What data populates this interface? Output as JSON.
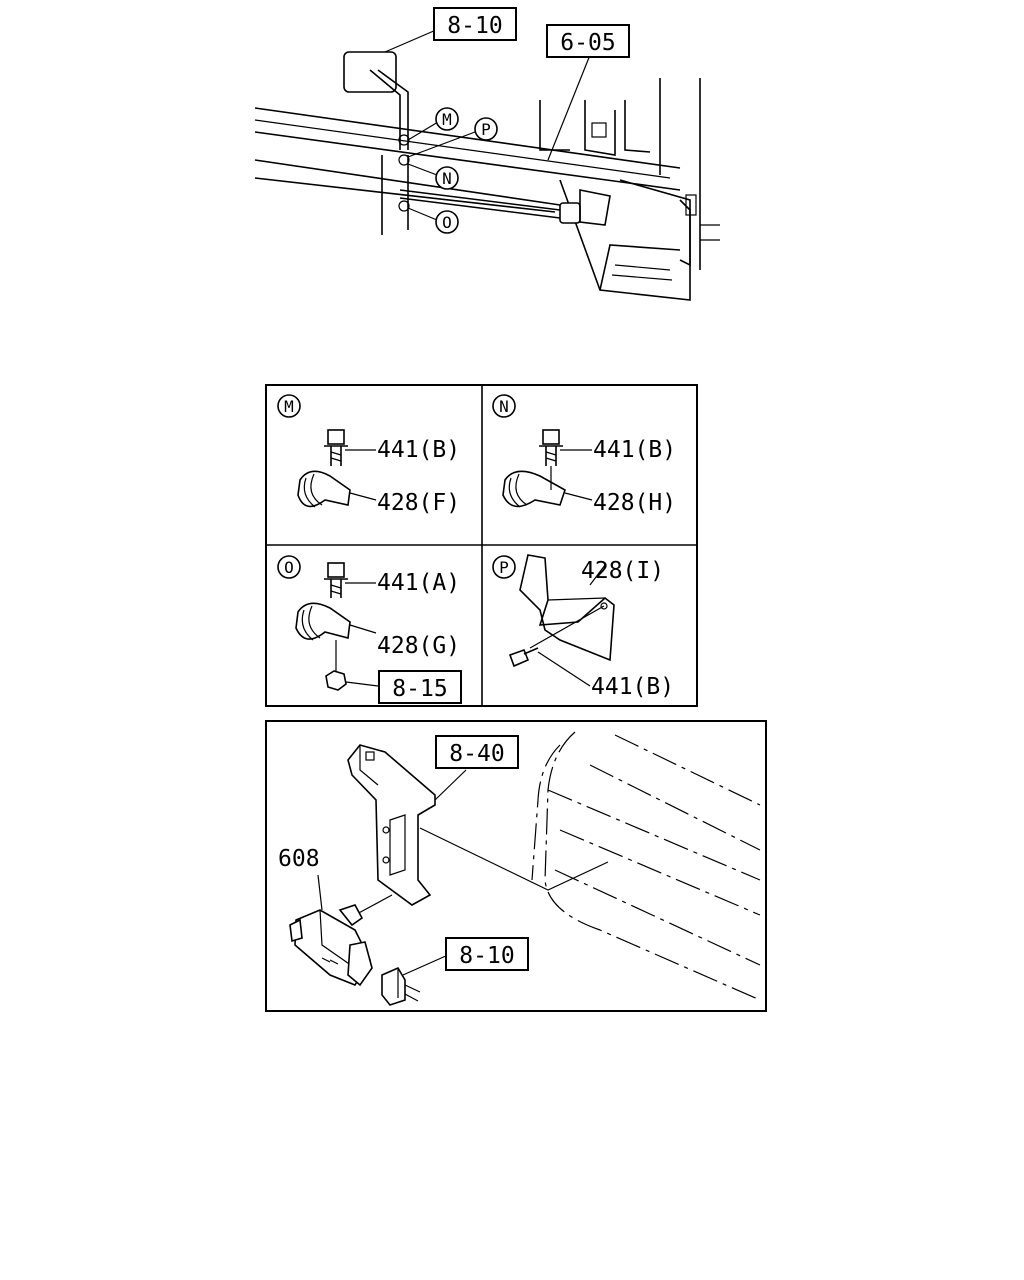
{
  "top_view": {
    "ref_seat": "8-10",
    "ref_frame": "6-05",
    "callout_m": "M",
    "callout_n": "N",
    "callout_o": "O",
    "callout_p": "P"
  },
  "details": {
    "m": {
      "letter": "M",
      "bolt": "441(B)",
      "clip": "428(F)"
    },
    "n": {
      "letter": "N",
      "bolt": "441(B)",
      "clip": "428(H)"
    },
    "o": {
      "letter": "O",
      "bolt": "441(A)",
      "clip": "428(G)",
      "nut_ref": "8-15"
    },
    "p": {
      "letter": "P",
      "bracket": "428(I)",
      "bolt": "441(B)"
    }
  },
  "bottom_view": {
    "bracket_ref": "8-40",
    "sensor_part": "608",
    "connector_ref": "8-10"
  }
}
